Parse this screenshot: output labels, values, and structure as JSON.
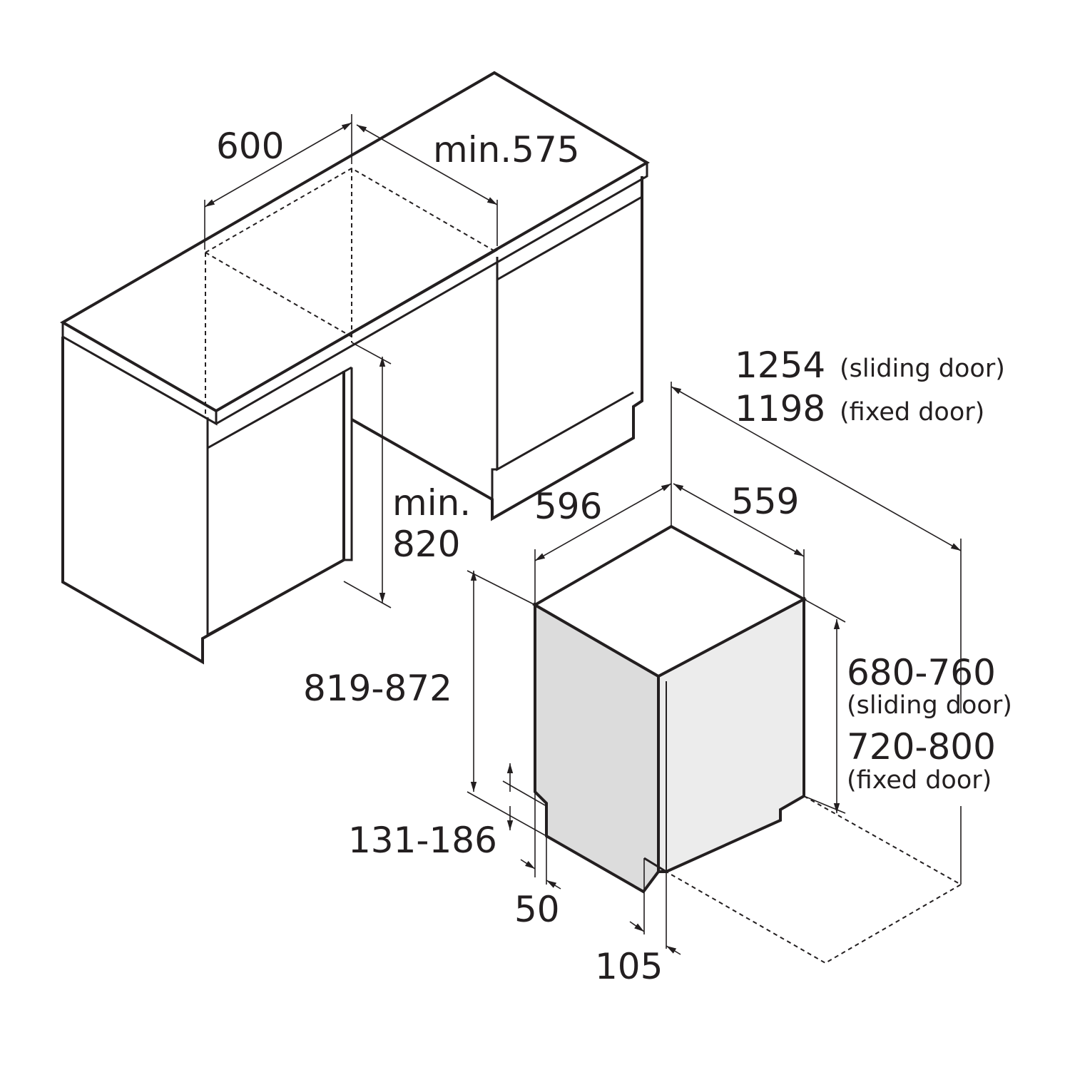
{
  "colors": {
    "stroke": "#231f20",
    "side_panel": "#dcdcdc",
    "front_panel": "#ececec",
    "background": "#ffffff"
  },
  "labels": {
    "cabinet_width": "600",
    "cabinet_depth": "min.575",
    "niche_height_min": "min.",
    "niche_height_value": "820",
    "overall_height": "819-872",
    "appliance_width": "596",
    "appliance_depth": "559",
    "door_open_sliding_value": "1254",
    "door_open_sliding_note": "(sliding door)",
    "door_open_fixed_value": "1198",
    "door_open_fixed_note": "(fixed door)",
    "door_height_sliding_value": "680-760",
    "door_height_sliding_note": "(sliding door)",
    "door_height_fixed_value": "720-800",
    "door_height_fixed_note": "(fixed door)",
    "plinth_height": "131-186",
    "plinth_setback": "50",
    "door_offset": "105"
  }
}
